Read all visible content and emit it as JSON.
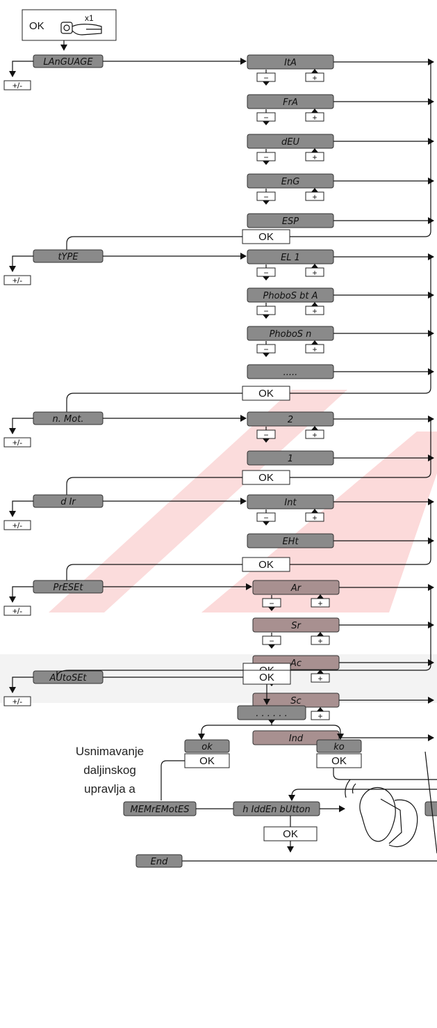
{
  "start": {
    "label": "OK",
    "press_count": "x1",
    "icon": "hand-pressing-button-icon"
  },
  "menus": [
    {
      "id": "language",
      "label": "LAnGUAGE",
      "side_button": "+/-",
      "options": [
        "ItA",
        "FrA",
        "dEU",
        "EnG",
        "ESP"
      ],
      "confirm": "OK"
    },
    {
      "id": "type",
      "label": "tYPE",
      "side_button": "+/-",
      "options": [
        "EL 1",
        "PhoboS bt A",
        "PhoboS n",
        "....."
      ],
      "confirm": "OK"
    },
    {
      "id": "n-mot",
      "label": "n. Mot.",
      "side_button": "+/-",
      "options": [
        "2",
        "1"
      ],
      "confirm": "OK"
    },
    {
      "id": "dir",
      "label": "d Ir",
      "side_button": "+/-",
      "options": [
        "Int",
        "EHt"
      ],
      "confirm": "OK"
    },
    {
      "id": "preset",
      "label": "PrESEt",
      "side_button": "+/-",
      "options": [
        "Ar",
        "Sr",
        "Ac",
        "Sc",
        "Ind"
      ],
      "confirm": "OK"
    },
    {
      "id": "autoset",
      "label": "AUtoSEt",
      "side_button": "+/-",
      "options": [],
      "confirm": "OK"
    }
  ],
  "nav_buttons": {
    "minus": "−",
    "plus": "+"
  },
  "autoset": {
    "confirm": "OK",
    "progress": ". . .   . . .",
    "result_ok": "ok",
    "result_ko": "ko",
    "ok_label": "OK"
  },
  "caption": [
    "Usnimavanje",
    "daljinskog",
    "upravlja a"
  ],
  "memo": {
    "label": "MEMrEMotES",
    "hidden_button": "h IddEn bUtton",
    "confirm": "OK",
    "icon": "remote-control-hand-icon"
  },
  "end": {
    "label": "End"
  },
  "colors": {
    "box_gray": "#8a8a8a",
    "box_preset": "#a89090",
    "watermark": "#fbdcdc"
  }
}
